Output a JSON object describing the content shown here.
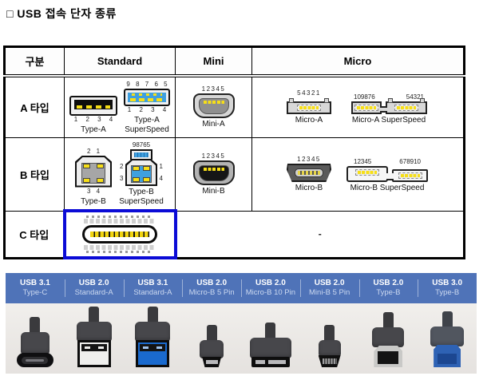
{
  "title": "□ USB 접속 단자 종류",
  "colors": {
    "strip_blue": "#4f73b8",
    "highlight_blue": "#0b0bd6",
    "superspeed_blue": "#3fa0df",
    "usb3_photo_blue": "#1a6ace",
    "pin_yellow": "#f7df17"
  },
  "table": {
    "headers": [
      "구분",
      "Standard",
      "Mini",
      "Micro"
    ],
    "row_labels": {
      "a": "A 타입",
      "b": "B 타입",
      "c": "C 타입"
    },
    "none_placeholder": "-",
    "figures": {
      "type_a": {
        "pins_bottom": "1 2 3 4",
        "label": "Type-A"
      },
      "type_a_ss": {
        "pins_top": "9 8 7 6 5",
        "pins_bottom": "1 2 3 4",
        "label_line1": "Type-A",
        "label_line2": "SuperSpeed"
      },
      "mini_a": {
        "pins_top": "12345",
        "label": "Mini-A"
      },
      "micro_a": {
        "pins_top": "54321",
        "label": "Micro-A"
      },
      "micro_a_ss": {
        "pins_top_left": "109876",
        "pins_top_right": "54321",
        "label": "Micro-A SuperSpeed"
      },
      "type_b": {
        "pins_top": "2 1",
        "pins_bottom": "3 4",
        "label": "Type-B"
      },
      "type_b_ss": {
        "pins_top": "98765",
        "pin_left_top": "2",
        "pin_right_top": "1",
        "pin_left_bottom": "3",
        "pin_right_bottom": "4",
        "label_line1": "Type-B",
        "label_line2": "SuperSpeed"
      },
      "mini_b": {
        "pins_top": "12345",
        "label": "Mini-B"
      },
      "micro_b": {
        "pins_top": "12345",
        "label": "Micro-B"
      },
      "micro_b_ss": {
        "pins_top_left": "12345",
        "pins_top_right": "678910",
        "label": "Micro-B SuperSpeed"
      }
    }
  },
  "strip": {
    "items": [
      {
        "line1": "USB 3.1",
        "line2": "Type-C"
      },
      {
        "line1": "USB 2.0",
        "line2": "Standard-A"
      },
      {
        "line1": "USB 3.1",
        "line2": "Standard-A"
      },
      {
        "line1": "USB 2.0",
        "line2": "Micro-B 5 Pin"
      },
      {
        "line1": "USB 2.0",
        "line2": "Micro-B 10 Pin"
      },
      {
        "line1": "USB 2.0",
        "line2": "Mini-B 5 Pin"
      },
      {
        "line1": "USB 2.0",
        "line2": "Type-B"
      },
      {
        "line1": "USB 3.0",
        "line2": "Type-B"
      }
    ]
  }
}
